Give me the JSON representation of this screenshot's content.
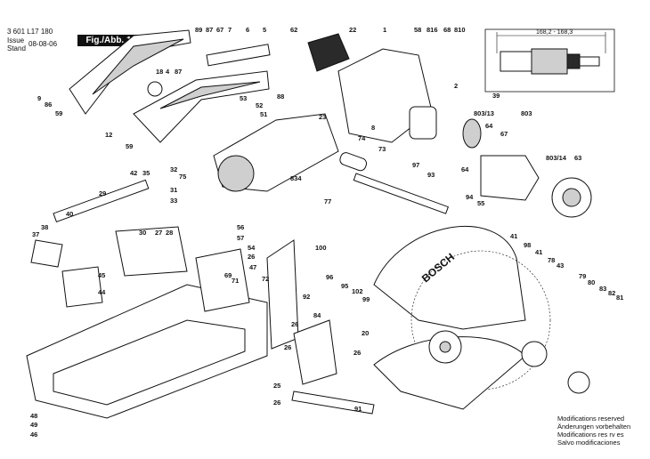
{
  "header": {
    "doc_number": "3 601 L17 180",
    "issue_label": "Issue",
    "stand_label": "Stand",
    "date": "08-08-06",
    "figure_label": "Fig./Abb. 1"
  },
  "dimension": {
    "label": "168,2 - 168,3"
  },
  "brand": {
    "blade_guard_text": "BOSCH"
  },
  "notes": [
    "Modifications reserved",
    "Änderungen vorbehalten",
    "Modifications res rv es",
    "Salvo modificaciones"
  ],
  "part_labels": {
    "p89": "89",
    "p87a": "87",
    "p67a": "67",
    "p7": "7",
    "p6": "6",
    "p5": "5",
    "p62": "62",
    "p22": "22",
    "p1": "1",
    "p58": "58",
    "p816": "816",
    "p68": "68",
    "p810": "810",
    "p18": "18",
    "p4": "4",
    "p87b": "87",
    "p9": "9",
    "p86": "86",
    "p59a": "59",
    "p53": "53",
    "p88": "88",
    "p52": "52",
    "p51": "51",
    "p12": "12",
    "p59b": "59",
    "p23": "23",
    "p8": "8",
    "p2": "2",
    "p39": "39",
    "p80313a": "803/13",
    "p803": "803",
    "p64a": "64",
    "p67b": "67",
    "p64b": "64",
    "p80314": "803/14",
    "p63": "63",
    "p74": "74",
    "p73": "73",
    "p97": "97",
    "p93": "93",
    "p32": "32",
    "p75": "75",
    "p834": "834",
    "p94": "94",
    "p55": "55",
    "p42": "42",
    "p35": "35",
    "p31": "31",
    "p33": "33",
    "p29": "29",
    "p77": "77",
    "p40": "40",
    "p38": "38",
    "p37": "37",
    "p30": "30",
    "p27": "27",
    "p28": "28",
    "p56": "56",
    "p57": "57",
    "p54": "54",
    "p26a": "26",
    "p45": "45",
    "p44": "44",
    "p69": "69",
    "p71": "71",
    "p47": "47",
    "p72": "72",
    "p100": "100",
    "p96": "96",
    "p95": "95",
    "p102": "102",
    "p99": "99",
    "p41a": "41",
    "p98": "98",
    "p41b": "41",
    "p78": "78",
    "p43": "43",
    "p79": "79",
    "p80": "80",
    "p83": "83",
    "p82": "82",
    "p81": "81",
    "p92": "92",
    "p84": "84",
    "p20": "20",
    "p26b": "26",
    "p26c": "26",
    "p26d": "26",
    "p25": "25",
    "p26e": "26",
    "p91": "91",
    "p48": "48",
    "p49": "49",
    "p46": "46"
  }
}
